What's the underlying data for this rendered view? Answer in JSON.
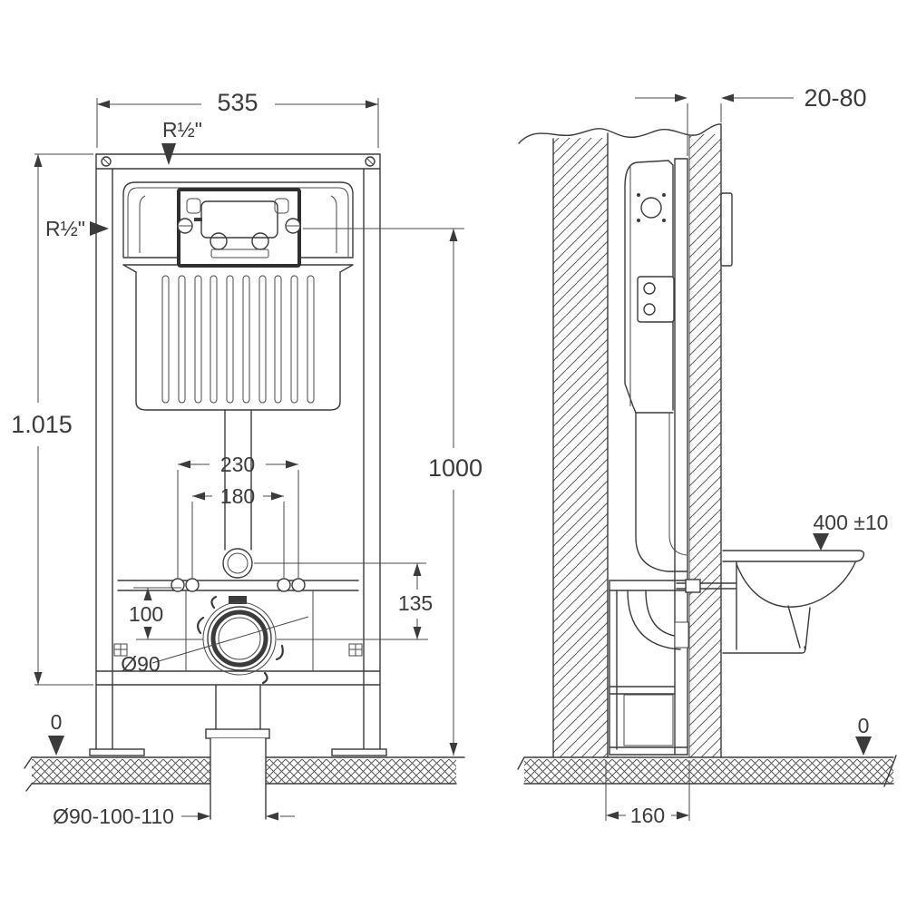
{
  "drawing": {
    "kind": "wc-concealed-cistern-installation-frame",
    "front_view": {
      "frame_width_mm": "535",
      "water_supply_top": "R½\"",
      "water_supply_side": "R½\"",
      "total_height_m": "1.015",
      "flush_plate_height_mm": "1000",
      "fixing_distance_outer_mm": "230",
      "fixing_distance_inner_mm": "180",
      "outlet_offset_mm": "135",
      "outlet_center_height_mm": "100",
      "outlet_diameter": "Ø90",
      "floor_reference": "0",
      "drain_pipe_diameters": "Ø90-100-110"
    },
    "side_view": {
      "wall_finish_thickness_mm": "20-80",
      "bowl_height_mm": "400 ±10",
      "floor_reference": "0",
      "frame_depth_mm": "160"
    }
  }
}
